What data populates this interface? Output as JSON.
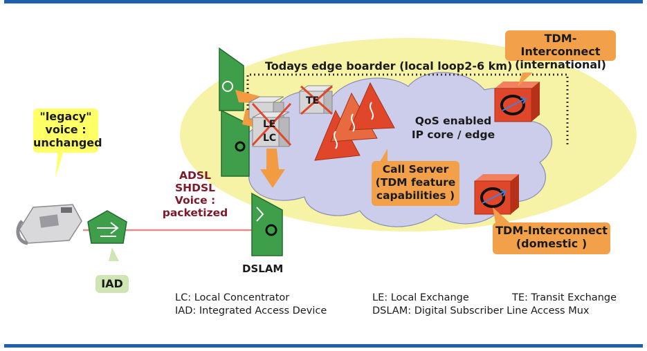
{
  "edge_border_label": "Todays edge boarder (local loop2-6 km)",
  "legacy_voice": {
    "line1": "\"legacy\"",
    "line2": "voice :",
    "line3": "unchanged"
  },
  "iad_label": "IAD",
  "adsl_text": {
    "line1": "ADSL",
    "line2": "SHDSL",
    "line3": "Voice :",
    "line4": "packetized"
  },
  "dslam_label": "DSLAM",
  "le_label": "LE",
  "lc_label": "LC",
  "te_label": "TE",
  "qos_label": {
    "line1": "QoS enabled",
    "line2": "IP core  / edge"
  },
  "call_server": {
    "line1": "Call Server",
    "line2": "(TDM feature",
    "line3": "capabilities )"
  },
  "tdm_international": {
    "line1": "TDM-Interconnect",
    "line2": "(international)"
  },
  "tdm_domestic": {
    "line1": "TDM-Interconnect",
    "line2": "(domestic )"
  },
  "legend": {
    "lc": "LC: Local Concentrator",
    "iad": "IAD: Integrated Access Device",
    "le": "LE: Local  Exchange",
    "te": "TE: Transit Exchange",
    "dslam": "DSLAM: Digital Subscriber Line Access Mux"
  },
  "colors": {
    "frame": "#1f5fb0",
    "cloud": "#cccdea",
    "ellipse": "#f6f3a6",
    "green_device": "#3e9e4a",
    "red_router": "#e0462a",
    "orange_callout": "#f2a14a",
    "yellow_callout": "#ffff66",
    "adsl_text": "#7a1a2a",
    "link_line": "#e08a8a"
  }
}
